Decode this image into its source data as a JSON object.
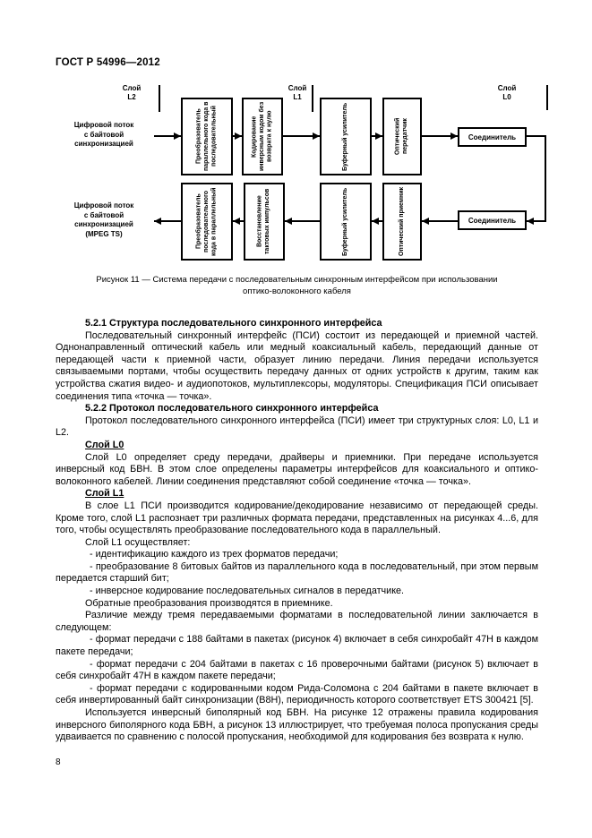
{
  "page": {
    "header": "ГОСТ Р 54996—2012",
    "number": "8"
  },
  "figure": {
    "layers": {
      "l2": "Слой\nL2",
      "l1": "Слой\nL1",
      "l0": "Слой\nL0"
    },
    "stream_in": "Цифровой поток\nс байтовой\nсинхронизацией",
    "stream_out": "Цифровой поток\nс байтовой\nсинхронизацией\n(MPEG TS)",
    "tx": {
      "b1": "Преобразователь параллельного кода в последовательный",
      "b2": "Кодирование инверсным кодом без возврата к нулю",
      "b3": "Буферный усилитель",
      "b4": "Оптический передатчик",
      "conn": "Соединитель"
    },
    "rx": {
      "b1": "Преобразователь последовательного кода в параллельный",
      "b2": "Восстановление тактовых импульсов",
      "b3": "Буферный усилитель",
      "b4": "Оптический приемник",
      "conn": "Соединитель"
    },
    "caption": "Рисунок 11 — Система передачи с последовательным синхронным интерфейсом при использовании\nоптико-волоконного кабеля"
  },
  "content": {
    "h521": "5.2.1 Структура последовательного синхронного интерфейса",
    "p521": "Последовательный синхронный интерфейс (ПСИ) состоит из передающей и приемной частей. Однонаправленный оптический кабель или медный коаксиальный кабель, передающий данные от передающей части к приемной части, образует линию передачи. Линия передачи используется связываемыми портами, чтобы осуществить передачу данных от одних устройств к другим, таким как устройства сжатия видео- и аудиопотоков, мультиплексоры, модуляторы. Спецификация ПСИ описывает соединения типа «точка — точка».",
    "h522": "5.2.2 Протокол последовательного синхронного интерфейса",
    "p522": "Протокол последовательного синхронного интерфейса (ПСИ) имеет три структурных слоя: L0, L1 и L2.",
    "l0_head": "Слой L0",
    "l0_p": "Слой L0 определяет среду передачи, драйверы и приемники. При передаче используется инверсный код БВН. В этом слое определены параметры интерфейсов для коаксиального и оптико-волоконного кабелей. Линии соединения представляют собой соединение «точка — точка».",
    "l1_head": "Слой L1",
    "l1_p1": "В слое L1 ПСИ производится кодирование/декодирование независимо от передающей среды. Кроме того, слой L1 распознает три различных формата передачи, представленных на рисунках 4...6, для того, чтобы осуществлять преобразование последовательного кода в параллельный.",
    "l1_p2": "Слой L1 осуществляет:",
    "li1": "- идентификацию каждого из трех форматов передачи;",
    "li2": "- преобразование 8 битовых байтов из параллельного кода в последовательный, при этом первым передается старший бит;",
    "li3": "- инверсное кодирование последовательных сигналов в передатчике.",
    "p_rev": "Обратные преобразования производятся в приемнике.",
    "p_diff": "Различие между тремя передаваемыми форматами в последовательной линии заключается в следующем:",
    "f1": "- формат передачи с 188 байтами в пакетах (рисунок 4) включает в себя синхробайт 47H в каждом пакете передачи;",
    "f2": "- формат передачи с 204 байтами в пакетах с 16 проверочными байтами (рисунок 5) включает в себя синхробайт 47H в каждом пакете передачи;",
    "f3": "- формат передачи с кодированными кодом Рида-Соломона с 204 байтами в пакете включает в себя инвертированный байт синхронизации (B8H), периодичность которого соответствует ETS 300421 [5].",
    "p_final": "Используется инверсный биполярный код БВН. На рисунке 12 отражены правила кодирования инверсного биполярного кода БВН, а рисунок 13 иллюстрирует, что требуемая полоса пропускания среды удваивается по сравнению с полосой пропускания, необходимой для кодирования без возврата к нулю."
  }
}
